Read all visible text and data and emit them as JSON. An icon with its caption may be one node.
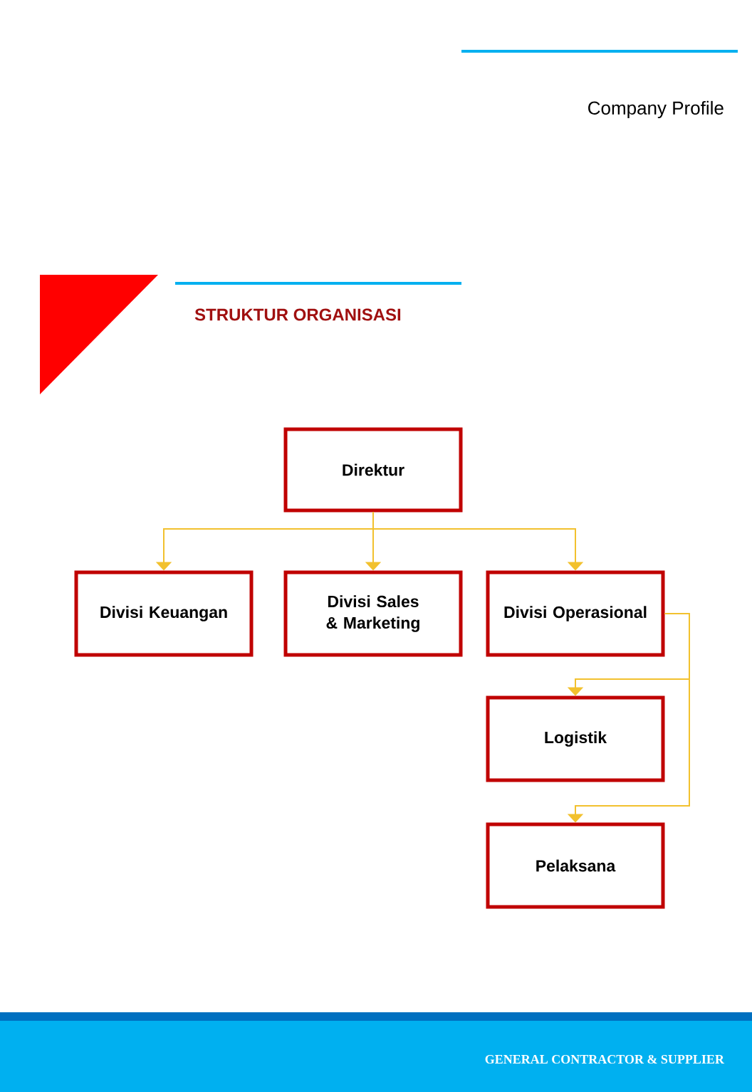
{
  "diagram": {
    "title": "STRUKTUR ORGANISASI",
    "nodes": [
      {
        "text": [
          "Direktur"
        ]
      },
      {
        "text": [
          "Divisi Keuangan"
        ]
      },
      {
        "text": [
          "Divisi Sales & Marketing"
        ]
      },
      {
        "text": [
          "Divisi Operasional"
        ]
      },
      {
        "text": [
          "Logistik"
        ]
      },
      {
        "text": [
          "Pelaksana"
        ]
      }
    ],
    "edges": [
      {
        "from": 0,
        "to": 1,
        "arrow": "to"
      },
      {
        "from": 0,
        "to": 2,
        "arrow": "to"
      },
      {
        "from": 0,
        "to": 3,
        "arrow": "to"
      },
      {
        "from": 3,
        "to": 4,
        "arrow": "to"
      },
      {
        "from": 3,
        "to": 5,
        "arrow": "to"
      }
    ],
    "labels": [
      "Company Profile",
      "GENERAL CONTRACTOR & SUPPLIER"
    ]
  }
}
